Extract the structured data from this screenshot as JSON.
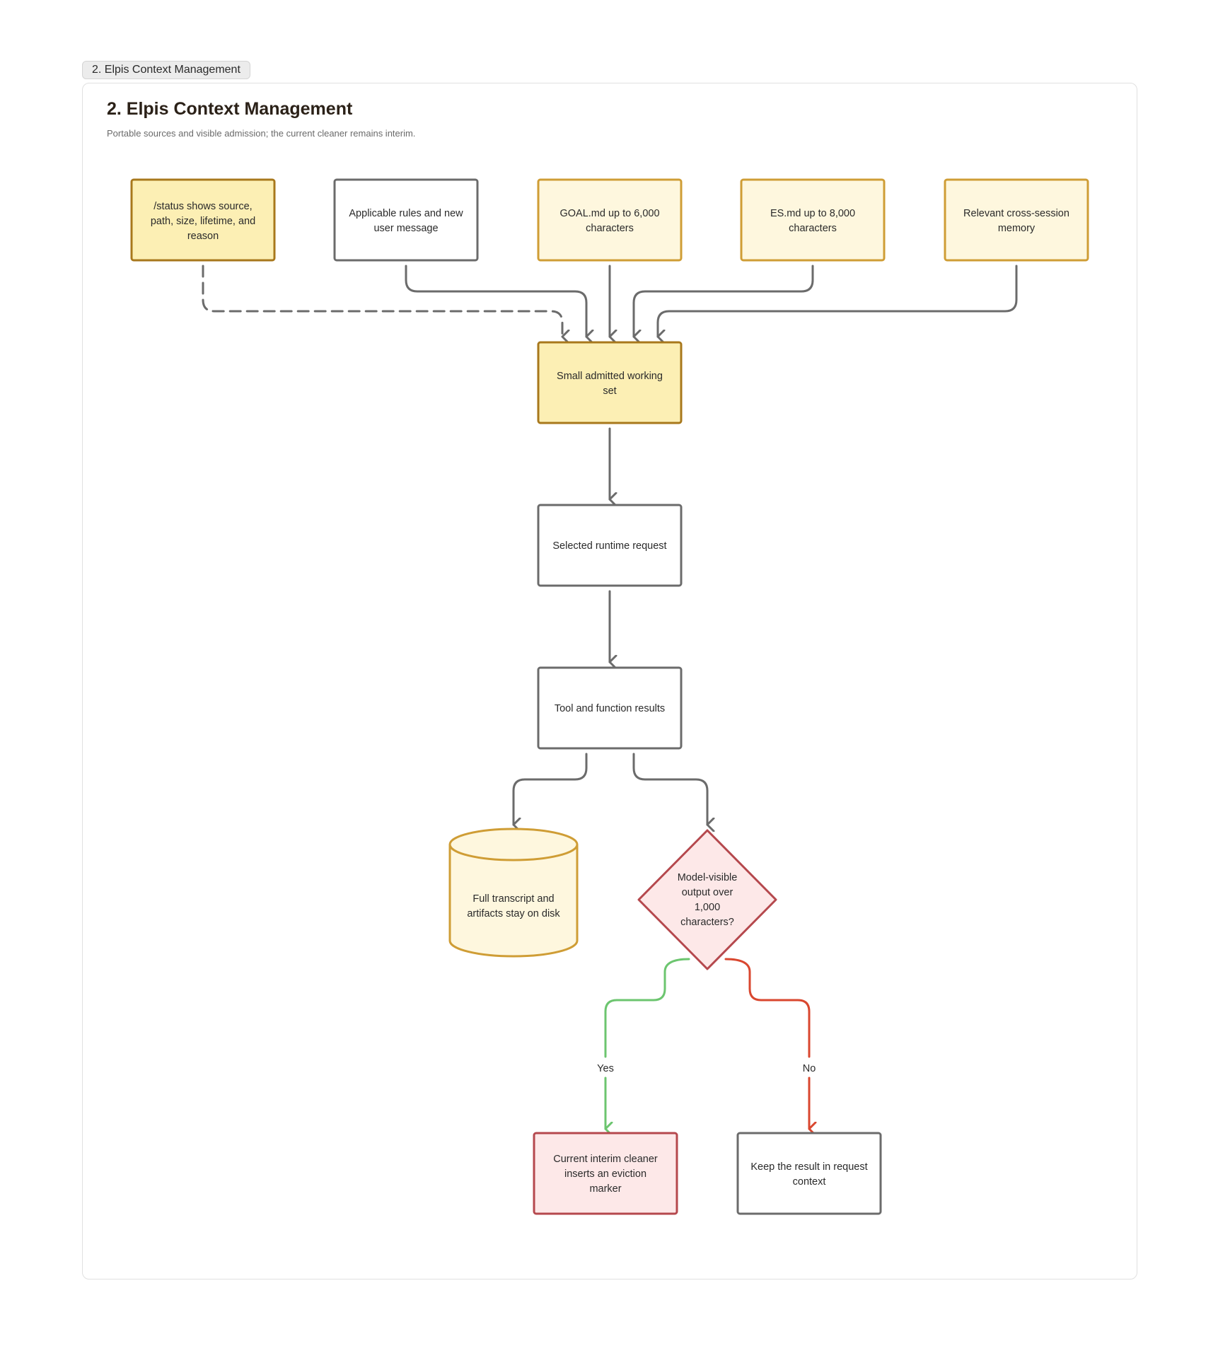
{
  "tab_label": "2. Elpis Context Management",
  "title": "2. Elpis Context Management",
  "subtitle": "Portable sources and visible admission; the current cleaner remains interim.",
  "colors": {
    "node_plain_stroke": "#6b6b6b",
    "node_plain_fill": "#ffffff",
    "node_yellow_strong_fill": "#fcefb4",
    "node_yellow_strong_stroke": "#a8781c",
    "node_yellow_light_fill": "#fef7de",
    "node_yellow_light_stroke": "#cf9d35",
    "node_red_fill": "#fde8e8",
    "node_red_stroke": "#b5484d",
    "edge_default": "#6b6b6b",
    "edge_yes": "#6cc56f",
    "edge_no": "#d9472f"
  },
  "nodes": {
    "status": [
      "/status shows source,",
      "path, size, lifetime, and",
      "reason"
    ],
    "rules": [
      "Applicable rules and new",
      "user message"
    ],
    "goal": [
      "GOAL.md up to 6,000",
      "characters"
    ],
    "es": [
      "ES.md up to 8,000",
      "characters"
    ],
    "memory": [
      "Relevant cross-session",
      "memory"
    ],
    "working_set": [
      "Small admitted working",
      "set"
    ],
    "runtime_request": [
      "Selected runtime request"
    ],
    "tool_results": [
      "Tool and function results"
    ],
    "transcript": [
      "Full transcript and",
      "artifacts stay on disk"
    ],
    "decision": [
      "Model-visible",
      "output over",
      "1,000",
      "characters?"
    ],
    "cleaner": [
      "Current interim cleaner",
      "inserts an eviction",
      "marker"
    ],
    "keep": [
      "Keep the result in request",
      "context"
    ]
  },
  "edge_labels": {
    "yes": "Yes",
    "no": "No"
  }
}
